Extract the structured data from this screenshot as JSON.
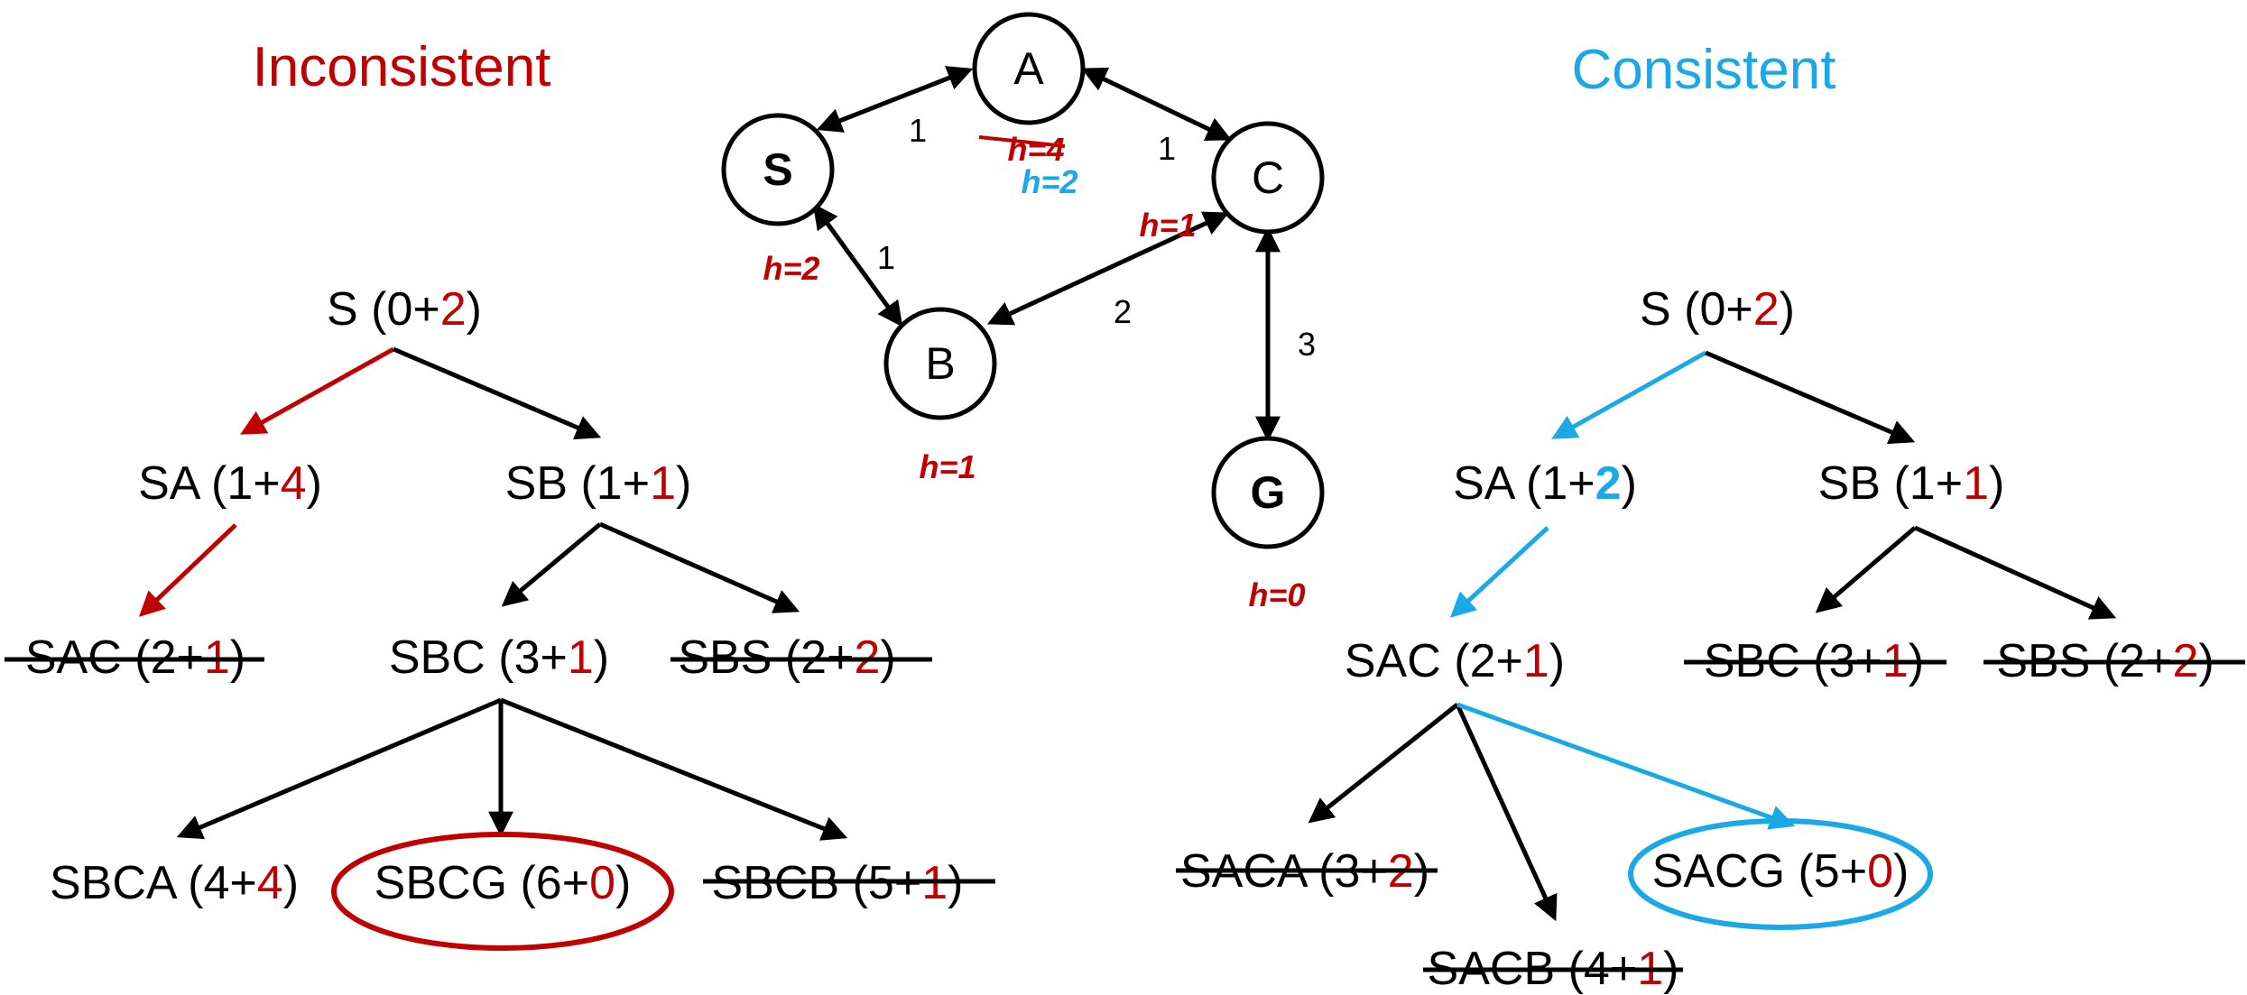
{
  "colors": {
    "red": "#c00000",
    "blue": "#1aa9e6",
    "black": "#000000"
  },
  "headings": {
    "left": "Inconsistent",
    "right": "Consistent"
  },
  "graph": {
    "nodes": {
      "S": "S",
      "A": "A",
      "C": "C",
      "B": "B",
      "G": "G"
    },
    "edge_costs": {
      "S_A": "1",
      "A_C": "1",
      "S_B": "1",
      "B_C": "2",
      "C_G": "3"
    },
    "heuristics": {
      "S": "h=2",
      "A_old": "h=4",
      "A_new": "h=2",
      "C": "h=1",
      "B": "h=1",
      "G": "h=0"
    }
  },
  "inconsistent_tree": {
    "root": {
      "path": "S",
      "g": "0",
      "h": "2"
    },
    "SA": {
      "path": "SA",
      "g": "1",
      "h": "4"
    },
    "SB": {
      "path": "SB",
      "g": "1",
      "h": "1"
    },
    "SAC": {
      "path": "SAC",
      "g": "2",
      "h": "1"
    },
    "SBC": {
      "path": "SBC",
      "g": "3",
      "h": "1"
    },
    "SBS": {
      "path": "SBS",
      "g": "2",
      "h": "2"
    },
    "SBCA": {
      "path": "SBCA",
      "g": "4",
      "h": "4"
    },
    "SBCG": {
      "path": "SBCG",
      "g": "6",
      "h": "0"
    },
    "SBCB": {
      "path": "SBCB",
      "g": "5",
      "h": "1"
    }
  },
  "consistent_tree": {
    "root": {
      "path": "S",
      "g": "0",
      "h": "2"
    },
    "SA": {
      "path": "SA",
      "g": "1",
      "h": "2"
    },
    "SB": {
      "path": "SB",
      "g": "1",
      "h": "1"
    },
    "SAC": {
      "path": "SAC",
      "g": "2",
      "h": "1"
    },
    "SBC": {
      "path": "SBC",
      "g": "3",
      "h": "1"
    },
    "SBS": {
      "path": "SBS",
      "g": "2",
      "h": "2"
    },
    "SACA": {
      "path": "SACA",
      "g": "3",
      "h": "2"
    },
    "SACB": {
      "path": "SACB",
      "g": "4",
      "h": "1"
    },
    "SACG": {
      "path": "SACG",
      "g": "5",
      "h": "0"
    }
  }
}
